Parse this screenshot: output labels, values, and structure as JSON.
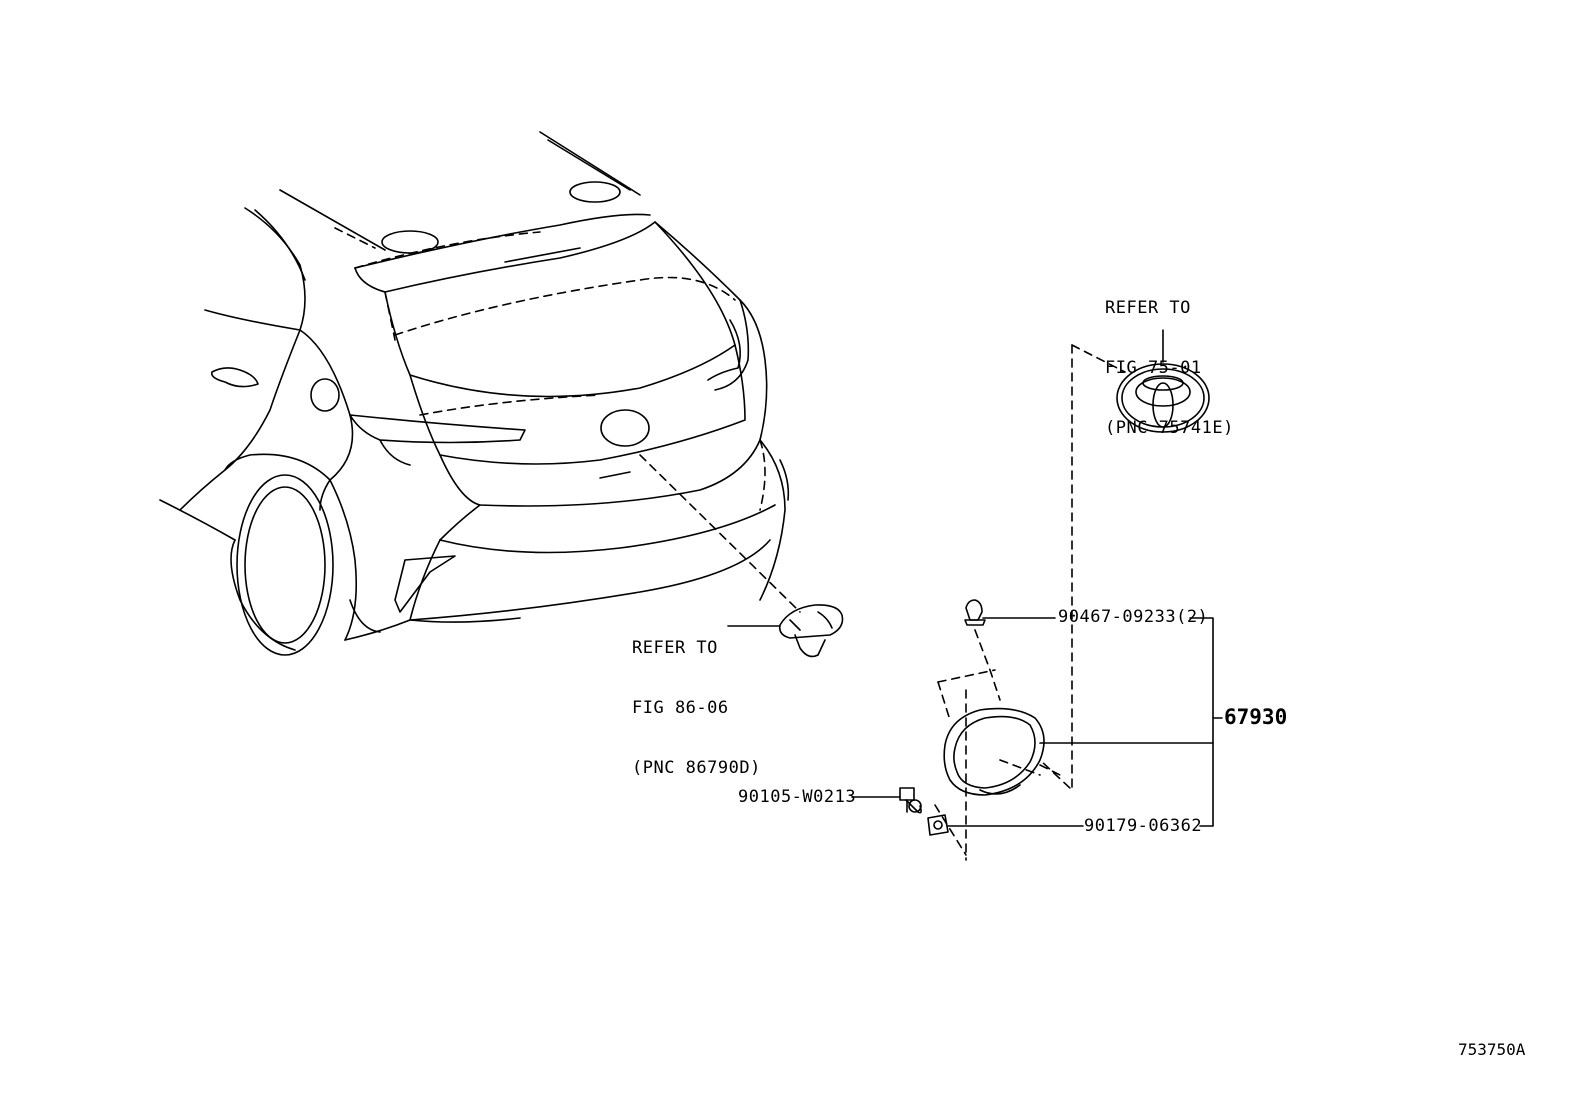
{
  "refs": {
    "emblem": {
      "line1": "REFER TO",
      "line2": "FIG 75-01",
      "line3": "(PNC 75741E)"
    },
    "camera": {
      "line1": "REFER TO",
      "line2": "FIG 86-06",
      "line3": "(PNC 86790D)"
    }
  },
  "parts": {
    "p1": "90467-09233(2)",
    "p2": "67930",
    "p3": "90105-W0213",
    "p4": "90179-06362"
  },
  "figure_id": "753750A"
}
